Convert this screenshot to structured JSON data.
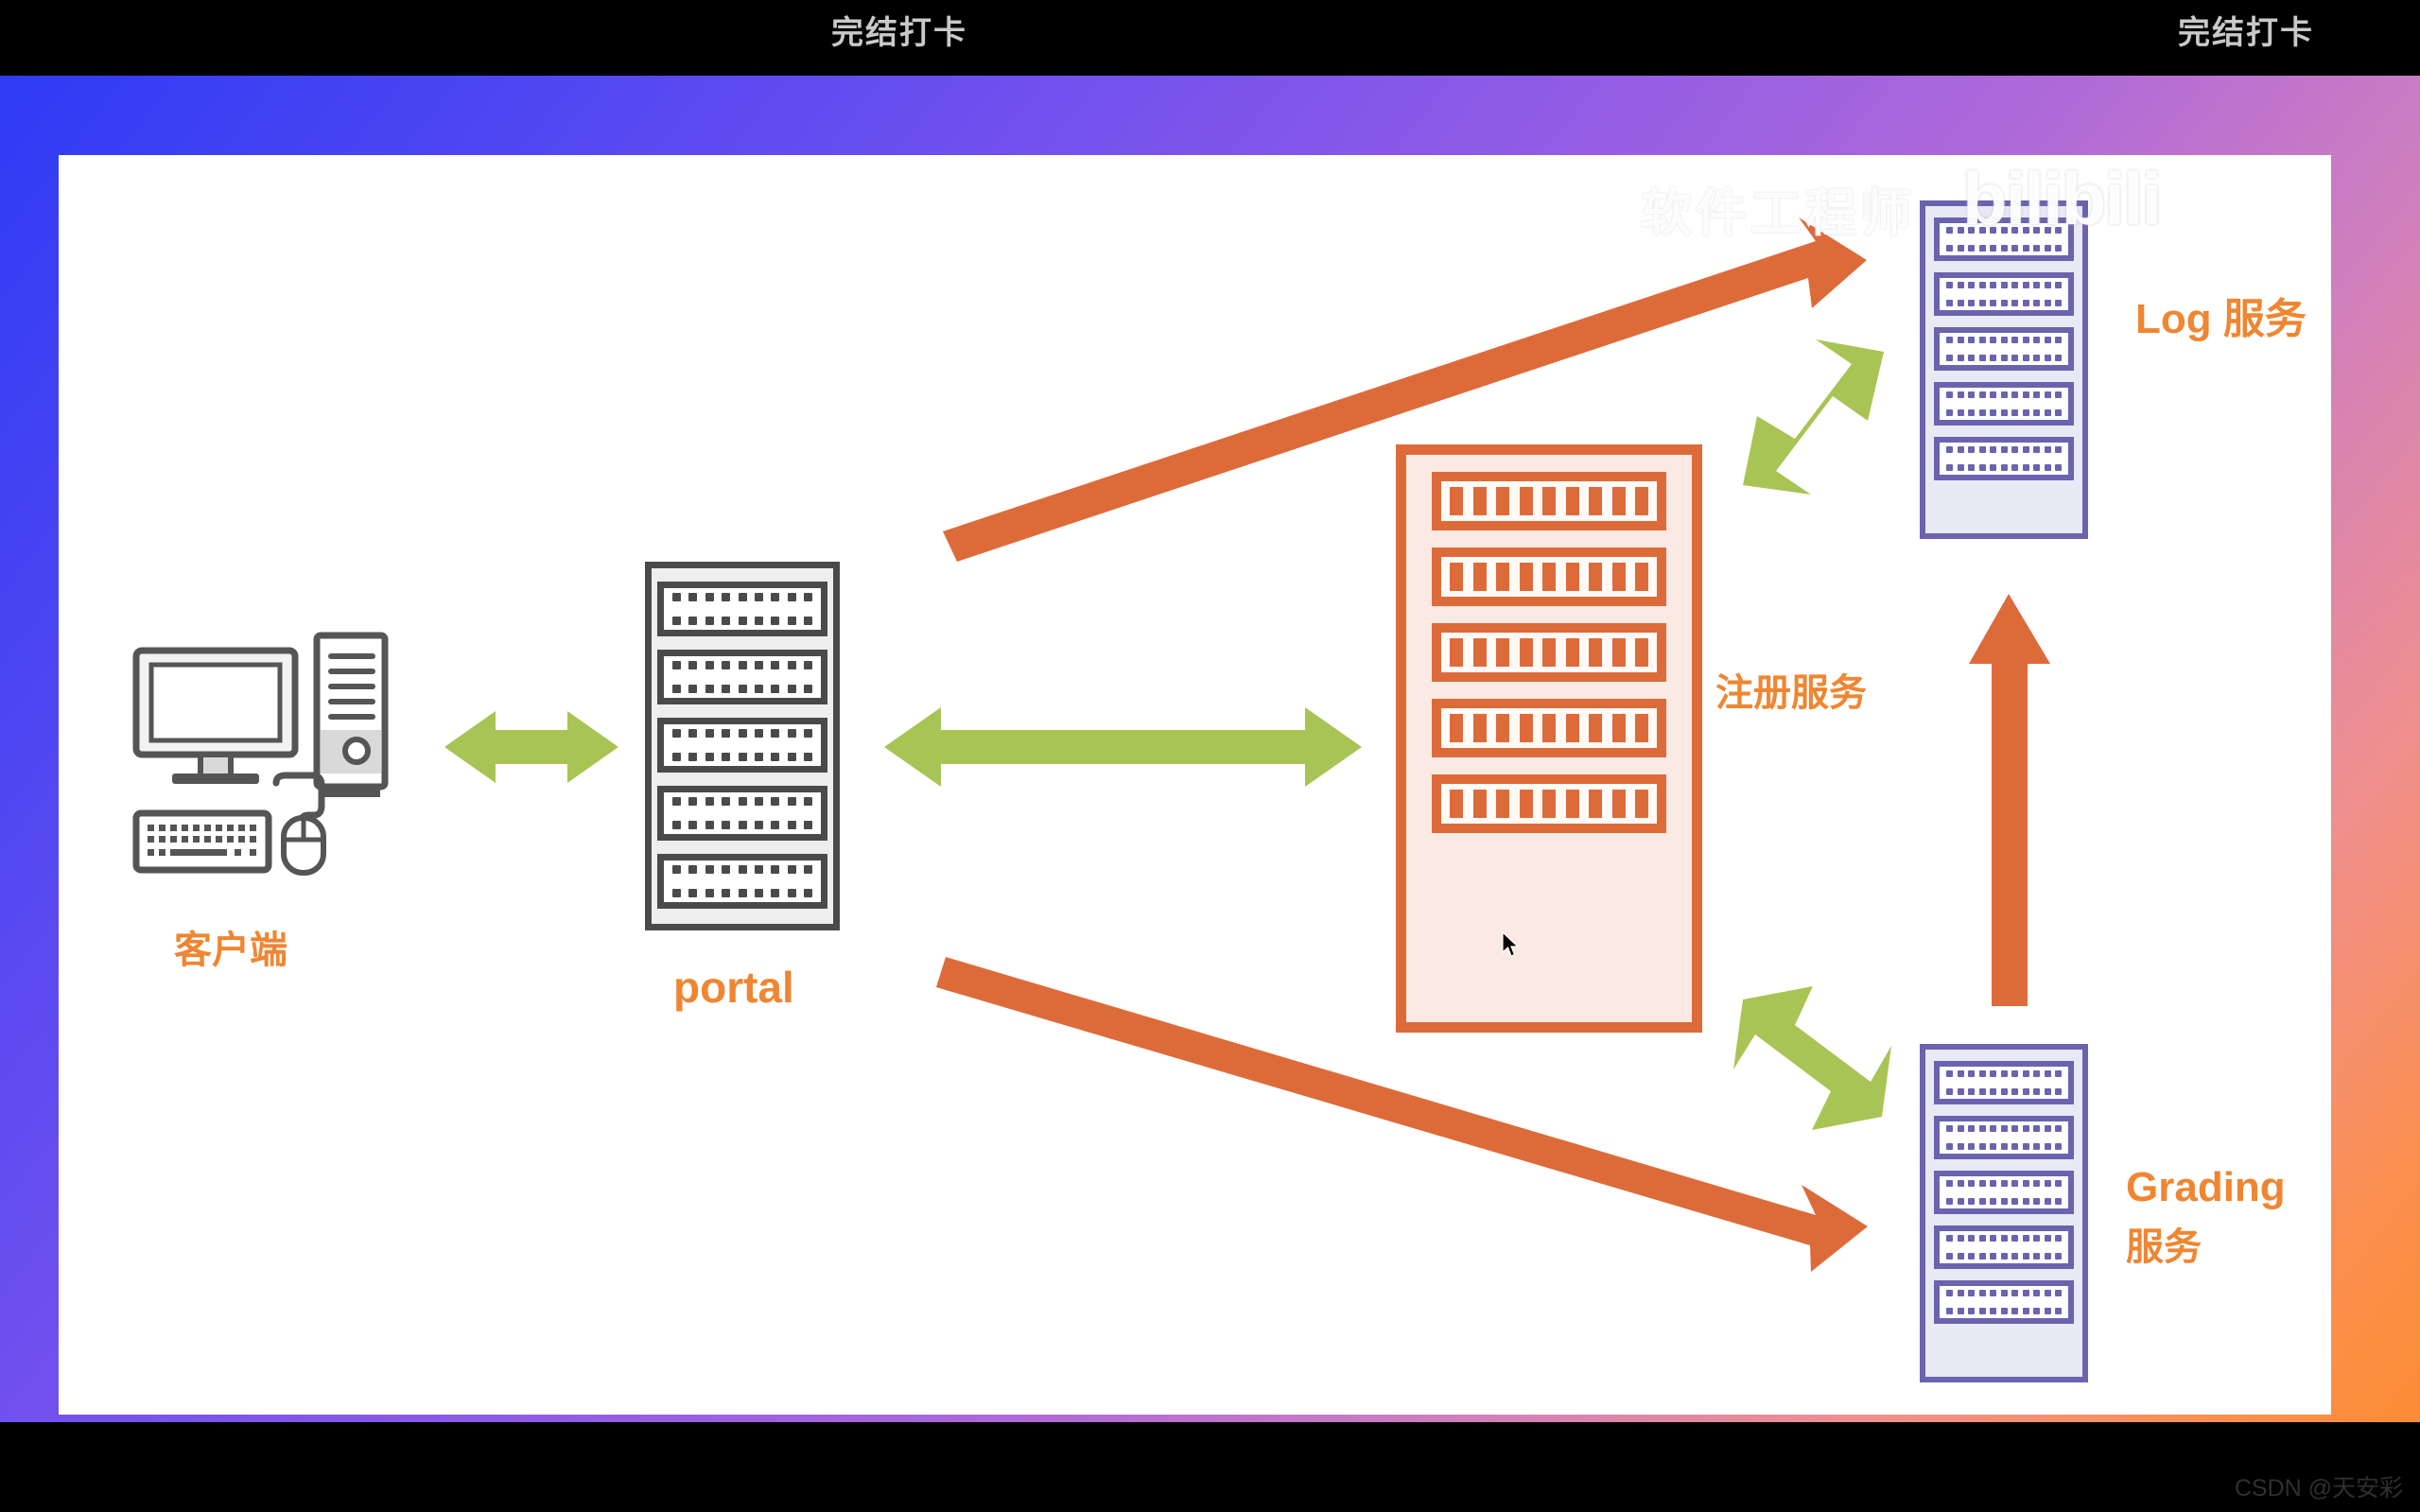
{
  "video": {
    "topbar": {
      "label_left": "完结打卡",
      "label_right": "完结打卡"
    },
    "bottom_watermark": "CSDN @天安彩",
    "overlay_watermark": {
      "chinese": "软件工程师",
      "brand": "bilibili"
    }
  },
  "slide": {
    "title": "",
    "nodes": [
      {
        "id": "client",
        "label": "客户端",
        "kind": "desktop-computer",
        "color": "#ef8632"
      },
      {
        "id": "portal",
        "label": "portal",
        "kind": "server-rack-grey",
        "color": "#ef8632"
      },
      {
        "id": "registry",
        "label": "注册服务",
        "kind": "server-rack-orange",
        "color": "#ef8632"
      },
      {
        "id": "log",
        "label": "Log 服务",
        "kind": "server-rack-purple",
        "color": "#ef8632"
      },
      {
        "id": "grading",
        "label_line1": "Grading",
        "label_line2": "服务",
        "kind": "server-rack-purple",
        "color": "#ef8632"
      }
    ],
    "edges": [
      {
        "from": "client",
        "to": "portal",
        "style": "double",
        "color": "#a8c455"
      },
      {
        "from": "portal",
        "to": "registry",
        "style": "double",
        "color": "#a8c455"
      },
      {
        "from": "registry",
        "to": "log",
        "style": "double",
        "color": "#a8c455"
      },
      {
        "from": "registry",
        "to": "grading",
        "style": "double",
        "color": "#a8c455"
      },
      {
        "from": "portal",
        "to": "log",
        "style": "single",
        "color": "#dd6b3a"
      },
      {
        "from": "portal",
        "to": "grading",
        "style": "single",
        "color": "#dd6b3a"
      },
      {
        "from": "grading",
        "to": "log",
        "style": "single",
        "color": "#e0763d"
      }
    ],
    "colors": {
      "accent_orange": "#ef8632",
      "arrow_orange": "#dd6b3a",
      "arrow_green": "#a8c455",
      "rack_purple": "#6b63ae",
      "rack_grey": "#4a4a4a",
      "slide_background": "#ffffff"
    },
    "background_gradient": [
      "#2f3bf5",
      "#8f5be6",
      "#cf7fbe",
      "#fd8c34"
    ]
  },
  "racks": {
    "portal": {
      "slots": 5,
      "dot_rows": 2,
      "dots_per_row": 9
    },
    "log": {
      "slots": 5,
      "dot_rows": 2,
      "dots_per_row": 11
    },
    "grading": {
      "slots": 5,
      "dot_rows": 2,
      "dots_per_row": 11
    },
    "registry": {
      "slots": 5,
      "bars_per_slot": 9
    }
  }
}
